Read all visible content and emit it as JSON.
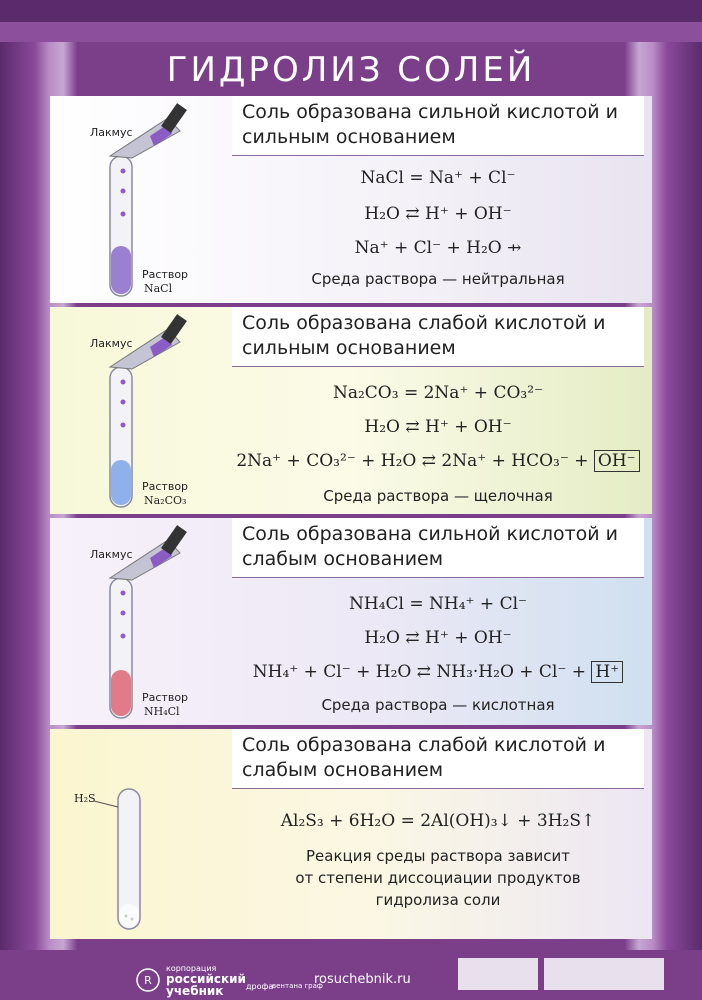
{
  "title": "ГИДРОЛИЗ СОЛЕЙ",
  "sections": [
    {
      "heading": "Соль образована сильной кислотой и сильным основанием",
      "indicator_label": "Лакмус",
      "solution_label": "Раствор",
      "solution_formula": "NaCl",
      "eq1": "NaCl = Na⁺ + Cl⁻",
      "eq2": "H₂O ⇄ H⁺ + OH⁻",
      "eq3": "Na⁺ + Cl⁻ + H₂O ⇸",
      "medium": "Среда раствора — нейтральная",
      "liquid_color": "#9b7fd0"
    },
    {
      "heading": "Соль образована слабой кислотой и сильным основанием",
      "indicator_label": "Лакмус",
      "solution_label": "Раствор",
      "solution_formula": "Na₂CO₃",
      "eq1": "Na₂CO₃ = 2Na⁺ + CO₃²⁻",
      "eq2": "H₂O ⇄ H⁺ + OH⁻",
      "eq3": "2Na⁺ + CO₃²⁻ + H₂O ⇄ 2Na⁺ + HCO₃⁻ +",
      "eq3_boxed": "OH⁻",
      "medium": "Среда раствора — щелочная",
      "liquid_color": "#8fb0ea"
    },
    {
      "heading": "Соль образована сильной кислотой и слабым основанием",
      "indicator_label": "Лакмус",
      "solution_label": "Раствор",
      "solution_formula": "NH₄Cl",
      "eq1": "NH₄Cl = NH₄⁺ + Cl⁻",
      "eq2": "H₂O ⇄ H⁺ + OH⁻",
      "eq3": "NH₄⁺ + Cl⁻ + H₂O ⇄ NH₃·H₂O + Cl⁻ +",
      "eq3_boxed": "H⁺",
      "medium": "Среда раствора — кислотная",
      "liquid_color": "#e07b87"
    },
    {
      "heading": "Соль образована слабой кислотой и слабым основанием",
      "tube_label": "H₂S",
      "eq1": "Al₂S₃ + 6H₂O = 2Al(OH)₃↓ + 3H₂S↑",
      "medium_lines": [
        "Реакция среды раствора зависит",
        "от степени диссоциации продуктов",
        "гидролиза соли"
      ]
    }
  ],
  "footer": {
    "brand_small": "корпорация",
    "brand_line1": "российский",
    "brand_line2": "учебник",
    "brand_partners": [
      "дрофа",
      "вентана граф"
    ],
    "site": "rosuchebnik.ru"
  }
}
